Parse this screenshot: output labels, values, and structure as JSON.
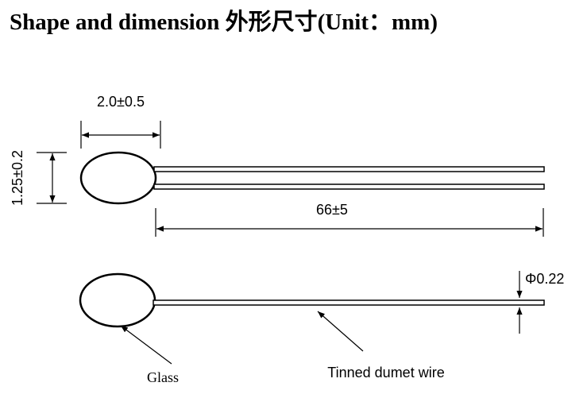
{
  "title": "Shape and dimension 外形尺寸(Unit：mm)",
  "dimensions": {
    "body_length": "2.0±0.5",
    "body_height": "1.25±0.2",
    "lead_length": "66±5",
    "wire_diameter": "Φ0.22"
  },
  "labels": {
    "glass": "Glass",
    "wire": "Tinned dumet wire"
  },
  "colors": {
    "ink": "#000000",
    "background": "#ffffff"
  }
}
